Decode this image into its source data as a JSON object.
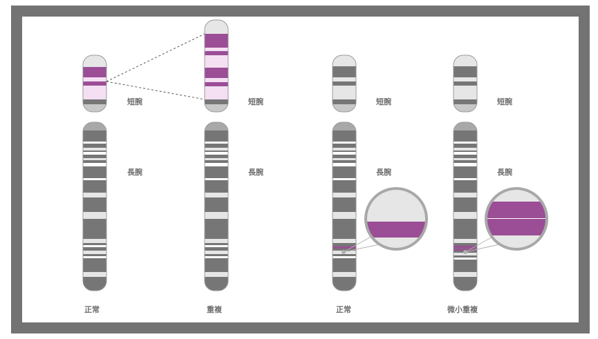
{
  "colors": {
    "frame": "#737373",
    "band_dark": "#767676",
    "band_light": "#e6e6e6",
    "band_white": "#ffffff",
    "centromere": "#a8a8a8",
    "highlight": "#9b4d96",
    "highlight_light": "#f4e0f2",
    "label": "#6f6f6f"
  },
  "labels": {
    "short_arm": "短腕",
    "long_arm": "長腕"
  },
  "chromosomes": [
    {
      "caption": "正常"
    },
    {
      "caption": "重複"
    },
    {
      "caption": "正常"
    },
    {
      "caption": "微小重複"
    }
  ]
}
